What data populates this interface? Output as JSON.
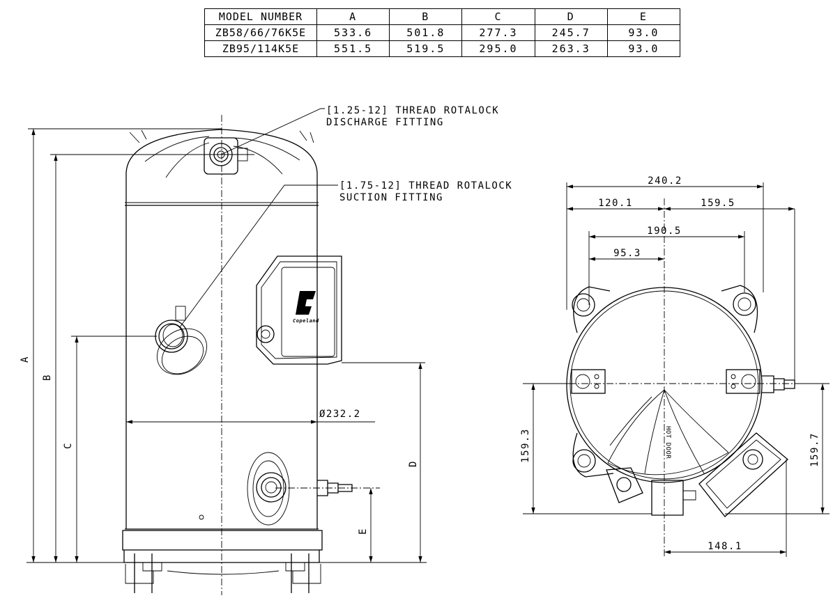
{
  "table": {
    "headers": [
      "MODEL NUMBER",
      "A",
      "B",
      "C",
      "D",
      "E"
    ],
    "rows": [
      [
        "ZB58/66/76K5E",
        "533.6",
        "501.8",
        "277.3",
        "245.7",
        "93.0"
      ],
      [
        "ZB95/114K5E",
        "551.5",
        "519.5",
        "295.0",
        "263.3",
        "93.0"
      ]
    ]
  },
  "callouts": {
    "discharge_line1": "[1.25-12] THREAD ROTALOCK",
    "discharge_line2": "DISCHARGE FITTING",
    "suction_line1": "[1.75-12] THREAD ROTALOCK",
    "suction_line2": "SUCTION FITTING"
  },
  "side_view": {
    "dim_A": "A",
    "dim_B": "B",
    "dim_C": "C",
    "dim_D": "D",
    "dim_E": "E",
    "diameter": "Ø232.2",
    "brand": "Copeland"
  },
  "top_view": {
    "width_total": "240.2",
    "left_half": "120.1",
    "right_half": "159.5",
    "bolt_span": "190.5",
    "bolt_half": "95.3",
    "height_left": "159.3",
    "height_right": "159.7",
    "offset_bottom": "148.1",
    "mark": "HOT DOOR"
  }
}
